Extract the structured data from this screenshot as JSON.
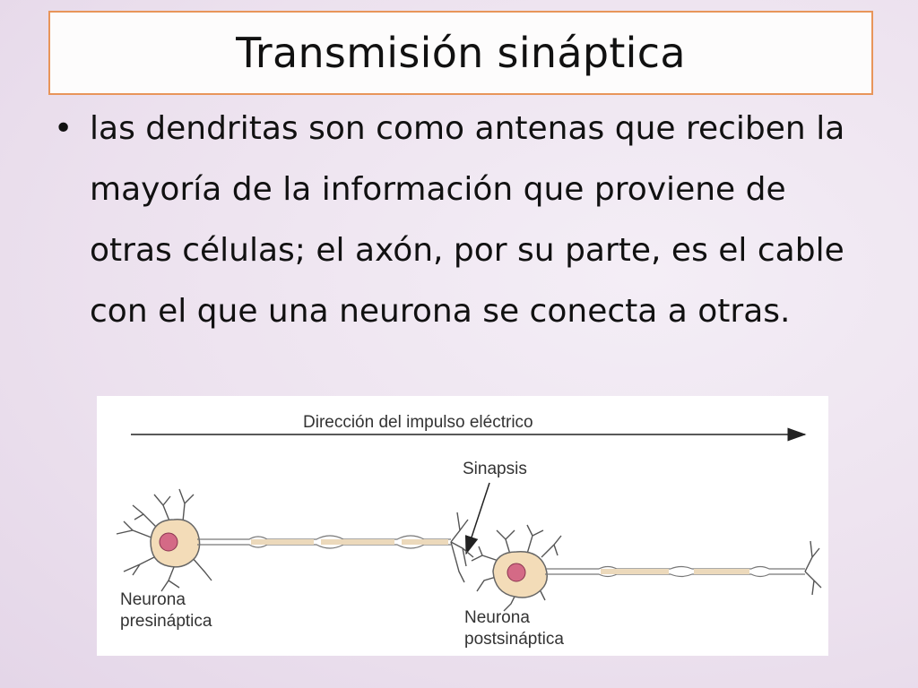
{
  "slide": {
    "title": "Transmisión sináptica",
    "bullet": "las dendritas son como antenas que reciben la mayoría de la información que proviene de otras células; el axón, por su parte, es el cable con el que una neurona se conecta a otras."
  },
  "figure": {
    "direction_label": "Dirección del impulso eléctrico",
    "synapse_label": "Sinapsis",
    "presynaptic_line1": "Neurona",
    "presynaptic_line2": "presináptica",
    "postsynaptic_line1": "Neurona",
    "postsynaptic_line2": "postsináptica"
  },
  "colors": {
    "title_border": "#e8955a",
    "cell_body": "#f3dcb8",
    "nucleus": "#d46a86",
    "axon": "#ecd9bb"
  }
}
